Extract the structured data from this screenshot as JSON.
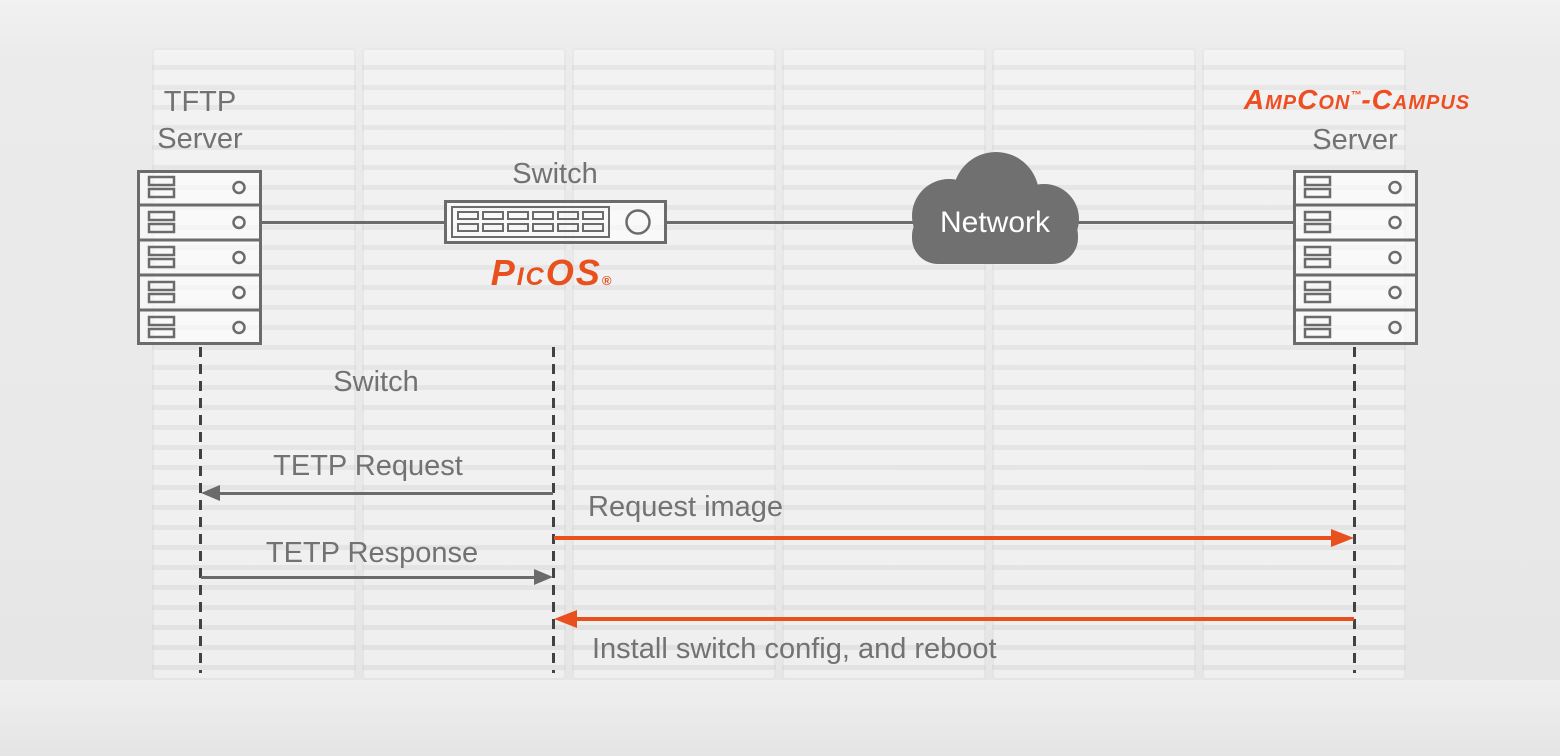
{
  "diagram": {
    "nodes": {
      "tftp": {
        "title_line1": "TFTP",
        "title_line2": "Server"
      },
      "switch": {
        "title": "Switch",
        "brand": "PicOS",
        "brand_mark": "®"
      },
      "network": {
        "label": "Network"
      },
      "ampcon": {
        "brand": "AmpCon",
        "brand_mark": "™",
        "brand_suffix": "-Campus",
        "title": "Server"
      }
    },
    "sequence": {
      "switch_lifeline_label": "Switch",
      "messages": [
        {
          "label": "TETP Request",
          "from": "switch",
          "to": "tftp-server",
          "style": "gray"
        },
        {
          "label": "TETP Response",
          "from": "tftp-server",
          "to": "switch",
          "style": "gray"
        },
        {
          "label": "Request image",
          "from": "switch",
          "to": "ampcon-server",
          "style": "orange"
        },
        {
          "label": "Install switch config, and reboot",
          "from": "ampcon-server",
          "to": "switch",
          "style": "orange"
        }
      ]
    },
    "colors": {
      "accent_orange": "#E8511E",
      "line_gray": "#6B6B6B",
      "lifeline_gray": "#424242",
      "cloud_gray": "#707070",
      "text_gray": "#727272"
    }
  }
}
